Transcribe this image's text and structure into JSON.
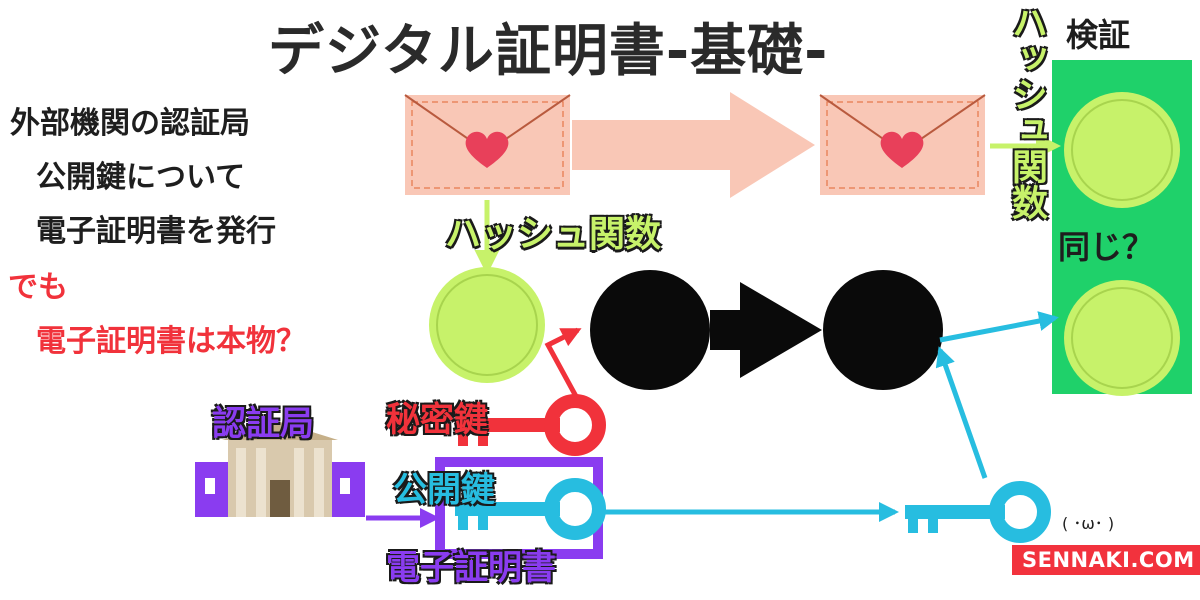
{
  "title": "デジタル証明書-基礎-",
  "notes": [
    "外部機関の認証局",
    "公開鍵について",
    "電子証明書を発行"
  ],
  "doubt": {
    "prefix": "でも",
    "question": "電子証明書は本物？"
  },
  "labels": {
    "hash_function": "ハッシュ関数",
    "hash_function_vertical": "ハッシュ関数",
    "certificate_authority": "認証局",
    "private_key": "秘密鍵",
    "public_key": "公開鍵",
    "digital_certificate": "電子証明書",
    "verify": "検証",
    "same": "同じ？"
  },
  "brand": {
    "face": "( ･ω･ )",
    "name": "SENNAKI.COM"
  },
  "colors": {
    "hash_green": "#c7f26a",
    "verify_panel": "#1fd16a",
    "envelope": "#f9c7b6",
    "heart": "#e8405a",
    "private_key_red": "#f1323b",
    "public_key_blue": "#27bde0",
    "authority_purple": "#8a3cf0",
    "encrypted_black": "#0a0a0a"
  },
  "icons": {
    "envelope": "envelope-heart-icon",
    "building": "authority-building-icon",
    "key": "key-icon"
  }
}
